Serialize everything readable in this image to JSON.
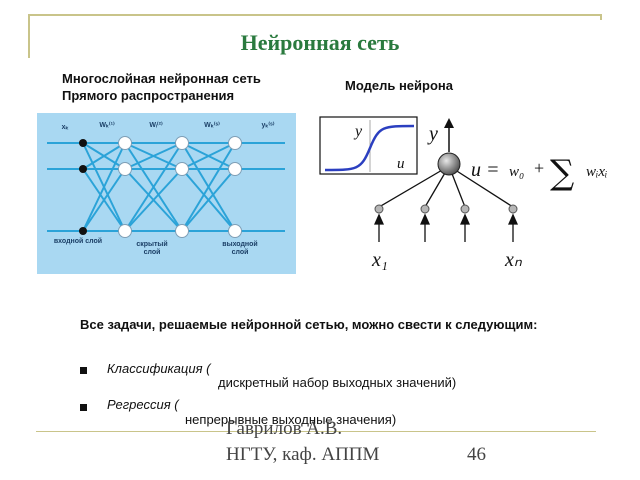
{
  "slide": {
    "title": "Нейронная сеть",
    "left_caption_line1": "Многослойная нейронная сеть",
    "left_caption_line2": "Прямого распространения",
    "right_caption": "Модель нейрона",
    "statement": "Все задачи, решаемые нейронной сетью, можно свести к следующим:",
    "items": [
      {
        "term": "Классификация (",
        "detail": "дискретный набор выходных значений)"
      },
      {
        "term": "Регрессия (",
        "detail": "непрерывные выходные значения)"
      }
    ],
    "footer_author": "Гаврилов А.В.",
    "footer_org": "НГТУ, каф. АППМ",
    "page_number": "46"
  },
  "network_figure": {
    "top_labels": [
      "xₖ",
      "Wₖ⁽¹⁾",
      "Wᵢ⁽²⁾",
      "Wₖ⁽ˢ⁾",
      "yₖ⁽ˢ⁾"
    ],
    "input_layer_label": "входной слой",
    "hidden_layer_label": "скрытый слой",
    "output_layer_label": "выходной слой",
    "colors": {
      "background": "#a9d8f2",
      "edges": "#2ba3d8",
      "node_fill": "#ffffff",
      "input_node": "#111111"
    }
  },
  "neuron_model": {
    "inset_y_label": "y",
    "inset_x_label": "u",
    "output_label": "y",
    "formula_u": "u =",
    "formula_w0": "w₀",
    "formula_plus": "+",
    "formula_sum": "∑",
    "formula_term": "wᵢxᵢ",
    "input_first_label": "x₁",
    "input_last_label": "xₙ"
  }
}
